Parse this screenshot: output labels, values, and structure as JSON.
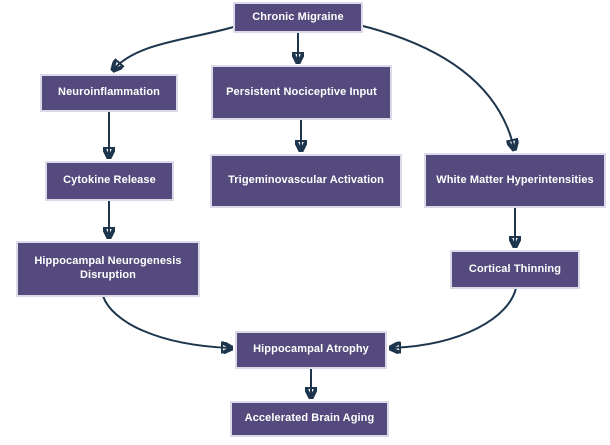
{
  "diagram": {
    "type": "flowchart",
    "direction": "top-down",
    "nodes": {
      "chronic_migraine": {
        "label": "Chronic Migraine"
      },
      "neuroinflammation": {
        "label": "Neuroinflammation"
      },
      "persistent_nociceptive_input": {
        "label": "Persistent Nociceptive Input"
      },
      "white_matter_hyperintensities": {
        "label": "White Matter Hyperintensities"
      },
      "cytokine_release": {
        "label": "Cytokine Release"
      },
      "trigeminovascular_activation": {
        "label": "Trigeminovascular Activation"
      },
      "hippocampal_neurogenesis_disruption": {
        "label": "Hippocampal Neurogenesis Disruption"
      },
      "cortical_thinning": {
        "label": "Cortical Thinning"
      },
      "hippocampal_atrophy": {
        "label": "Hippocampal Atrophy"
      },
      "accelerated_brain_aging": {
        "label": "Accelerated Brain Aging"
      }
    },
    "edges": [
      {
        "from": "Chronic Migraine",
        "to": "Neuroinflammation"
      },
      {
        "from": "Chronic Migraine",
        "to": "Persistent Nociceptive Input"
      },
      {
        "from": "Chronic Migraine",
        "to": "White Matter Hyperintensities"
      },
      {
        "from": "Neuroinflammation",
        "to": "Cytokine Release"
      },
      {
        "from": "Persistent Nociceptive Input",
        "to": "Trigeminovascular Activation"
      },
      {
        "from": "White Matter Hyperintensities",
        "to": "Cortical Thinning"
      },
      {
        "from": "Cytokine Release",
        "to": "Hippocampal Neurogenesis Disruption"
      },
      {
        "from": "Hippocampal Neurogenesis Disruption",
        "to": "Hippocampal Atrophy"
      },
      {
        "from": "Cortical Thinning",
        "to": "Hippocampal Atrophy"
      },
      {
        "from": "Hippocampal Atrophy",
        "to": "Accelerated Brain Aging"
      }
    ]
  },
  "colors": {
    "node_fill": "#554a7d",
    "node_halo": "#dcd9e9",
    "node_text": "#ffffff",
    "arrow": "#1e364d",
    "background": "#ffffff"
  }
}
